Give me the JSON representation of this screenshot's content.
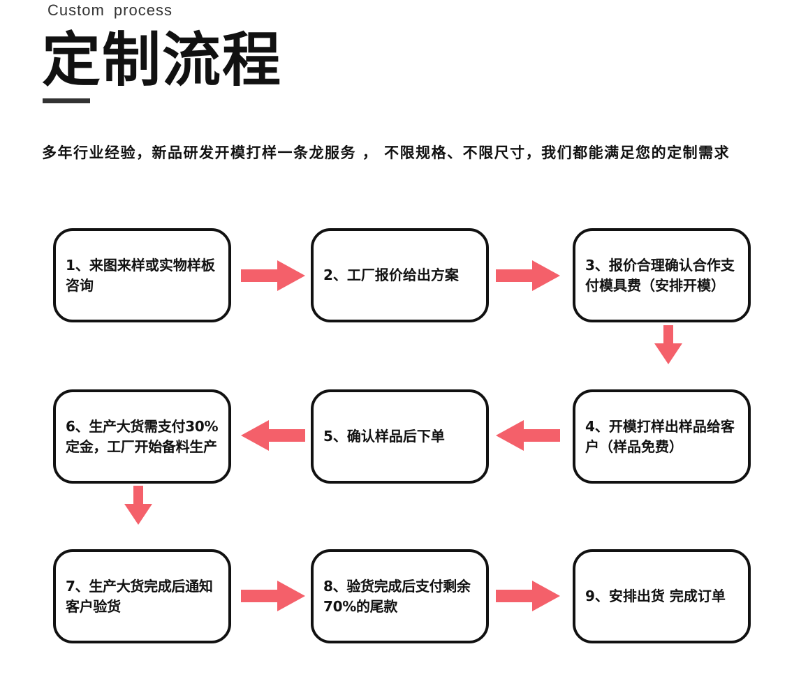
{
  "header": {
    "subtitle": "Custom process",
    "title": "定制流程",
    "description": "多年行业经验，新品研发开模打样一条龙服务 ， 不限规格、不限尺寸，我们都能满足您的定制需求"
  },
  "steps": [
    {
      "label": "1、来图来样或实物样板咨询"
    },
    {
      "label": "2、工厂报价给出方案"
    },
    {
      "label": "3、报价合理确认合作支付模具费（安排开模）"
    },
    {
      "label": "4、开模打样出样品给客户（样品免费）"
    },
    {
      "label": "5、确认样品后下单"
    },
    {
      "label": "6、生产大货需支付30%定金，工厂开始备料生产"
    },
    {
      "label": "7、生产大货完成后通知客户验货"
    },
    {
      "label": "8、验货完成后支付剩余70%的尾款"
    },
    {
      "label": "9、安排出货 完成订单"
    }
  ],
  "colors": {
    "arrow": "#f4606a",
    "box_border": "#111111",
    "text": "#111111"
  },
  "icons": {
    "connector": "arrow-icon"
  }
}
